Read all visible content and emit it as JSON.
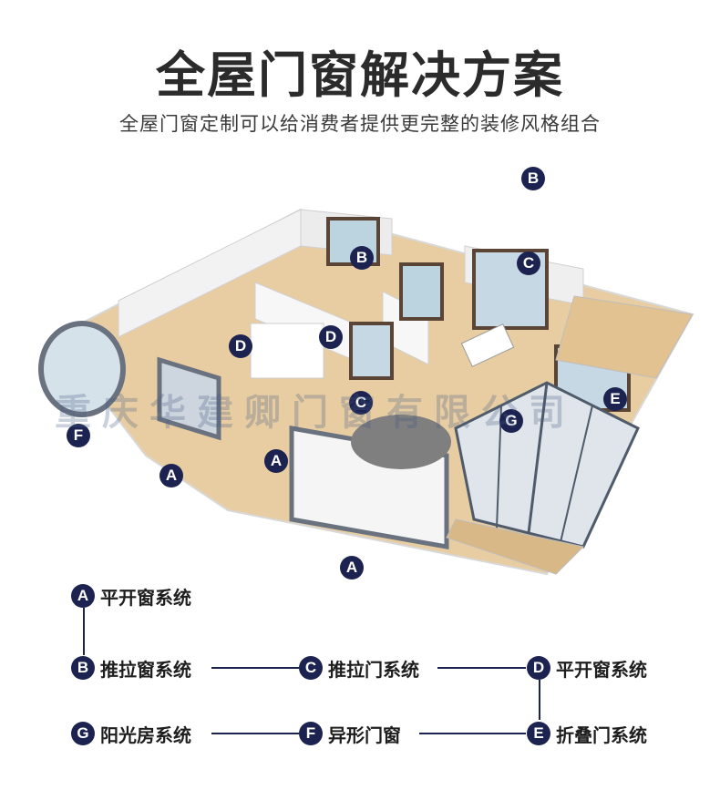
{
  "header": {
    "title": "全屋门窗解决方案",
    "subtitle": "全屋门窗定制可以给消费者提供更完整的装修风格组合"
  },
  "watermark": "重庆华建卿门窗有限公司",
  "plan_markers": [
    "B",
    "B",
    "C",
    "D",
    "D",
    "C",
    "E",
    "G",
    "F",
    "A",
    "A",
    "A"
  ],
  "legend": {
    "a": {
      "letter": "A",
      "label": "平开窗系统"
    },
    "b": {
      "letter": "B",
      "label": "推拉窗系统"
    },
    "c": {
      "letter": "C",
      "label": "推拉门系统"
    },
    "d": {
      "letter": "D",
      "label": "平开窗系统"
    },
    "g": {
      "letter": "G",
      "label": "阳光房系统"
    },
    "f": {
      "letter": "F",
      "label": "异形门窗"
    },
    "e": {
      "letter": "E",
      "label": "折叠门系统"
    }
  },
  "colors": {
    "badge": "#1c2350",
    "floor": "#e6c79a",
    "wall": "#f4f4f4",
    "frame": "#5a4436"
  }
}
